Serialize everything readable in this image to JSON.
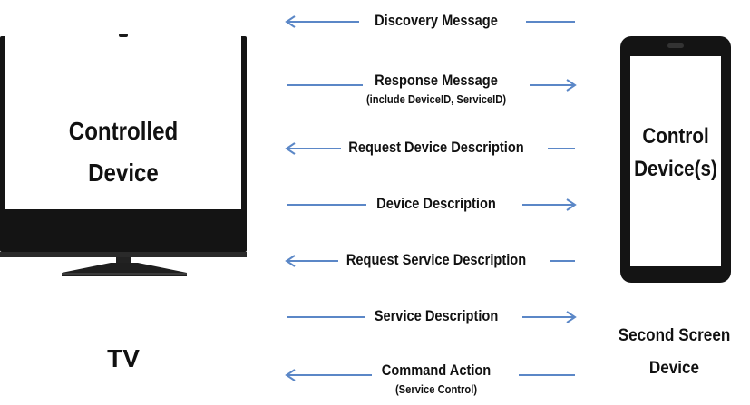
{
  "controlled_device": {
    "label_line1": "Controlled",
    "label_line2": "Device",
    "caption": "TV"
  },
  "control_device": {
    "label_line1": "Control",
    "label_line2": "Device(s)",
    "caption_line1": "Second Screen",
    "caption_line2": "Device"
  },
  "messages": [
    {
      "label": "Discovery Message",
      "sub": "",
      "direction": "to-tv"
    },
    {
      "label": "Response Message",
      "sub": "(include DeviceID, ServiceID)",
      "direction": "to-phone"
    },
    {
      "label": "Request Device Description",
      "sub": "",
      "direction": "to-tv"
    },
    {
      "label": "Device Description",
      "sub": "",
      "direction": "to-phone"
    },
    {
      "label": "Request Service Description",
      "sub": "",
      "direction": "to-tv"
    },
    {
      "label": "Service Description",
      "sub": "",
      "direction": "to-phone"
    },
    {
      "label": "Command Action",
      "sub": "(Service Control)",
      "direction": "to-tv"
    }
  ],
  "colors": {
    "arrow": "#5b87c7",
    "device_frame": "#141414"
  }
}
